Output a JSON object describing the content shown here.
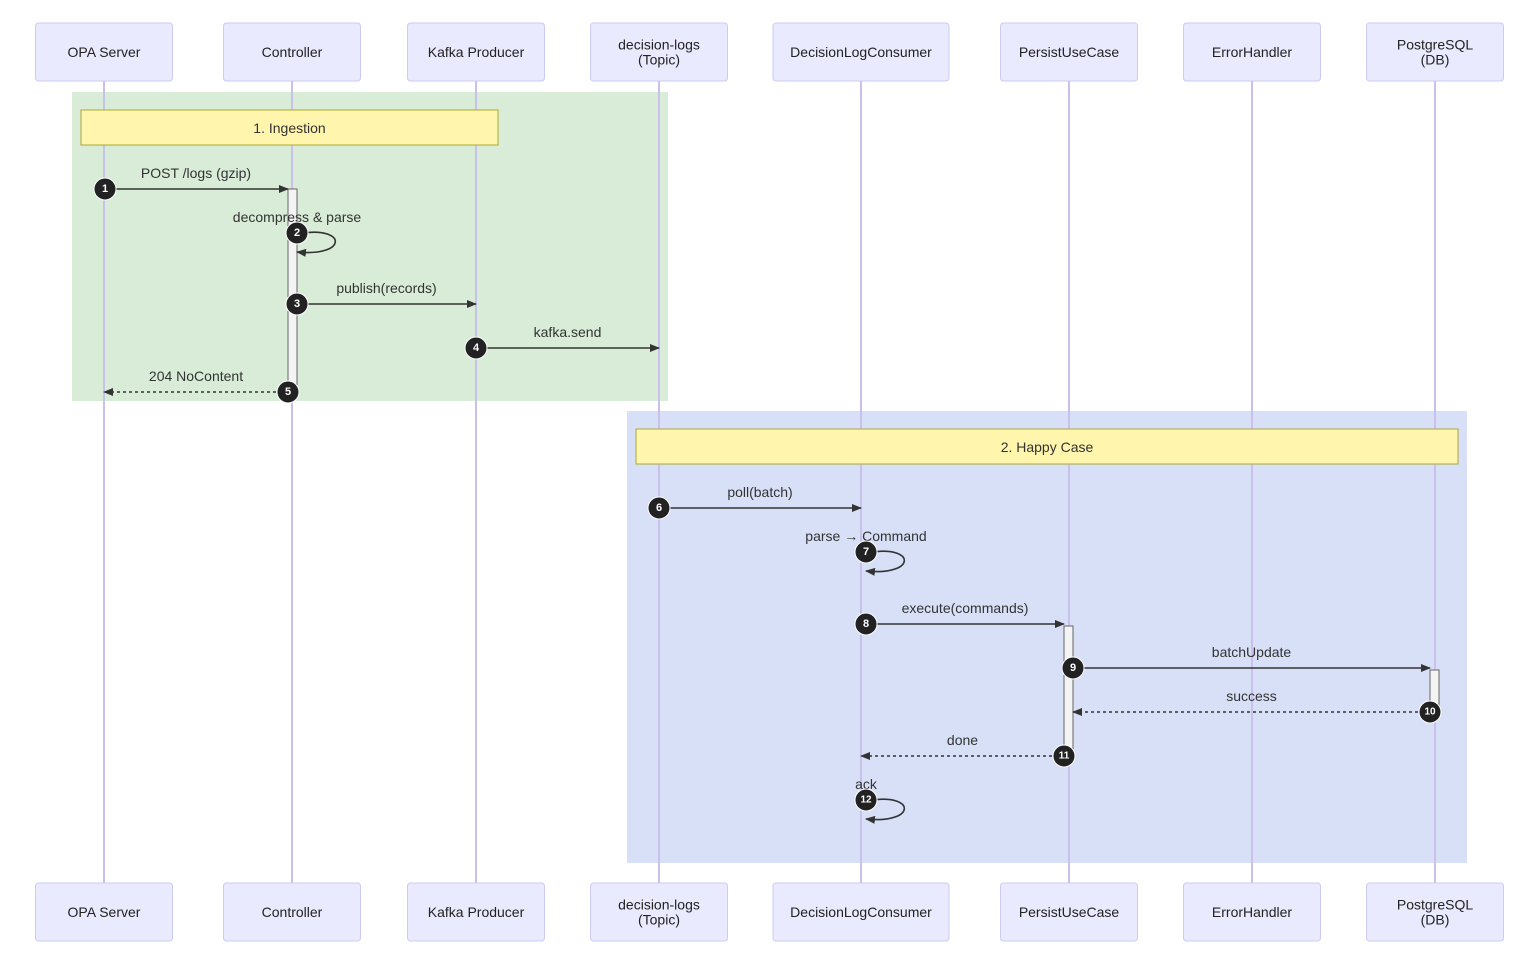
{
  "participants": [
    {
      "id": "opa",
      "lines": [
        "OPA Server"
      ]
    },
    {
      "id": "ctrl",
      "lines": [
        "Controller"
      ]
    },
    {
      "id": "kprod",
      "lines": [
        "Kafka Producer"
      ]
    },
    {
      "id": "topic",
      "lines": [
        "decision-logs",
        "(Topic)"
      ]
    },
    {
      "id": "consumer",
      "lines": [
        "DecisionLogConsumer"
      ]
    },
    {
      "id": "persist",
      "lines": [
        "PersistUseCase"
      ]
    },
    {
      "id": "errh",
      "lines": [
        "ErrorHandler"
      ]
    },
    {
      "id": "db",
      "lines": [
        "PostgreSQL",
        "(DB)"
      ]
    }
  ],
  "sections": [
    {
      "id": "ingestion",
      "title": "1. Ingestion",
      "color": "#d8ecd8"
    },
    {
      "id": "happy",
      "title": "2. Happy Case",
      "color": "#d8e0f8"
    }
  ],
  "messages": [
    {
      "n": "1",
      "from": "opa",
      "to": "ctrl",
      "label": "POST /logs (gzip)",
      "style": "solid"
    },
    {
      "n": "2",
      "from": "ctrl",
      "to": "ctrl",
      "label": "decompress & parse",
      "style": "self"
    },
    {
      "n": "3",
      "from": "ctrl",
      "to": "kprod",
      "label": "publish(records)",
      "style": "solid"
    },
    {
      "n": "4",
      "from": "kprod",
      "to": "topic",
      "label": "kafka.send",
      "style": "solid"
    },
    {
      "n": "5",
      "from": "ctrl",
      "to": "opa",
      "label": "204 NoContent",
      "style": "dashed"
    },
    {
      "n": "6",
      "from": "topic",
      "to": "consumer",
      "label": "poll(batch)",
      "style": "solid"
    },
    {
      "n": "7",
      "from": "consumer",
      "to": "consumer",
      "label": "parse → Command",
      "style": "self"
    },
    {
      "n": "8",
      "from": "consumer",
      "to": "persist",
      "label": "execute(commands)",
      "style": "solid"
    },
    {
      "n": "9",
      "from": "persist",
      "to": "db",
      "label": "batchUpdate",
      "style": "solid"
    },
    {
      "n": "10",
      "from": "db",
      "to": "persist",
      "label": "success",
      "style": "dashed"
    },
    {
      "n": "11",
      "from": "persist",
      "to": "consumer",
      "label": "done",
      "style": "dashed"
    },
    {
      "n": "12",
      "from": "consumer",
      "to": "consumer",
      "label": "ack",
      "style": "self"
    }
  ],
  "colors": {
    "participant_fill": "#eaeafe",
    "participant_stroke": "#cbcbf4",
    "lifeline": "#c9c1ec",
    "note_fill": "#fff5ad",
    "note_stroke": "#aaaa33",
    "arrow": "#333333",
    "badge": "#222222"
  }
}
